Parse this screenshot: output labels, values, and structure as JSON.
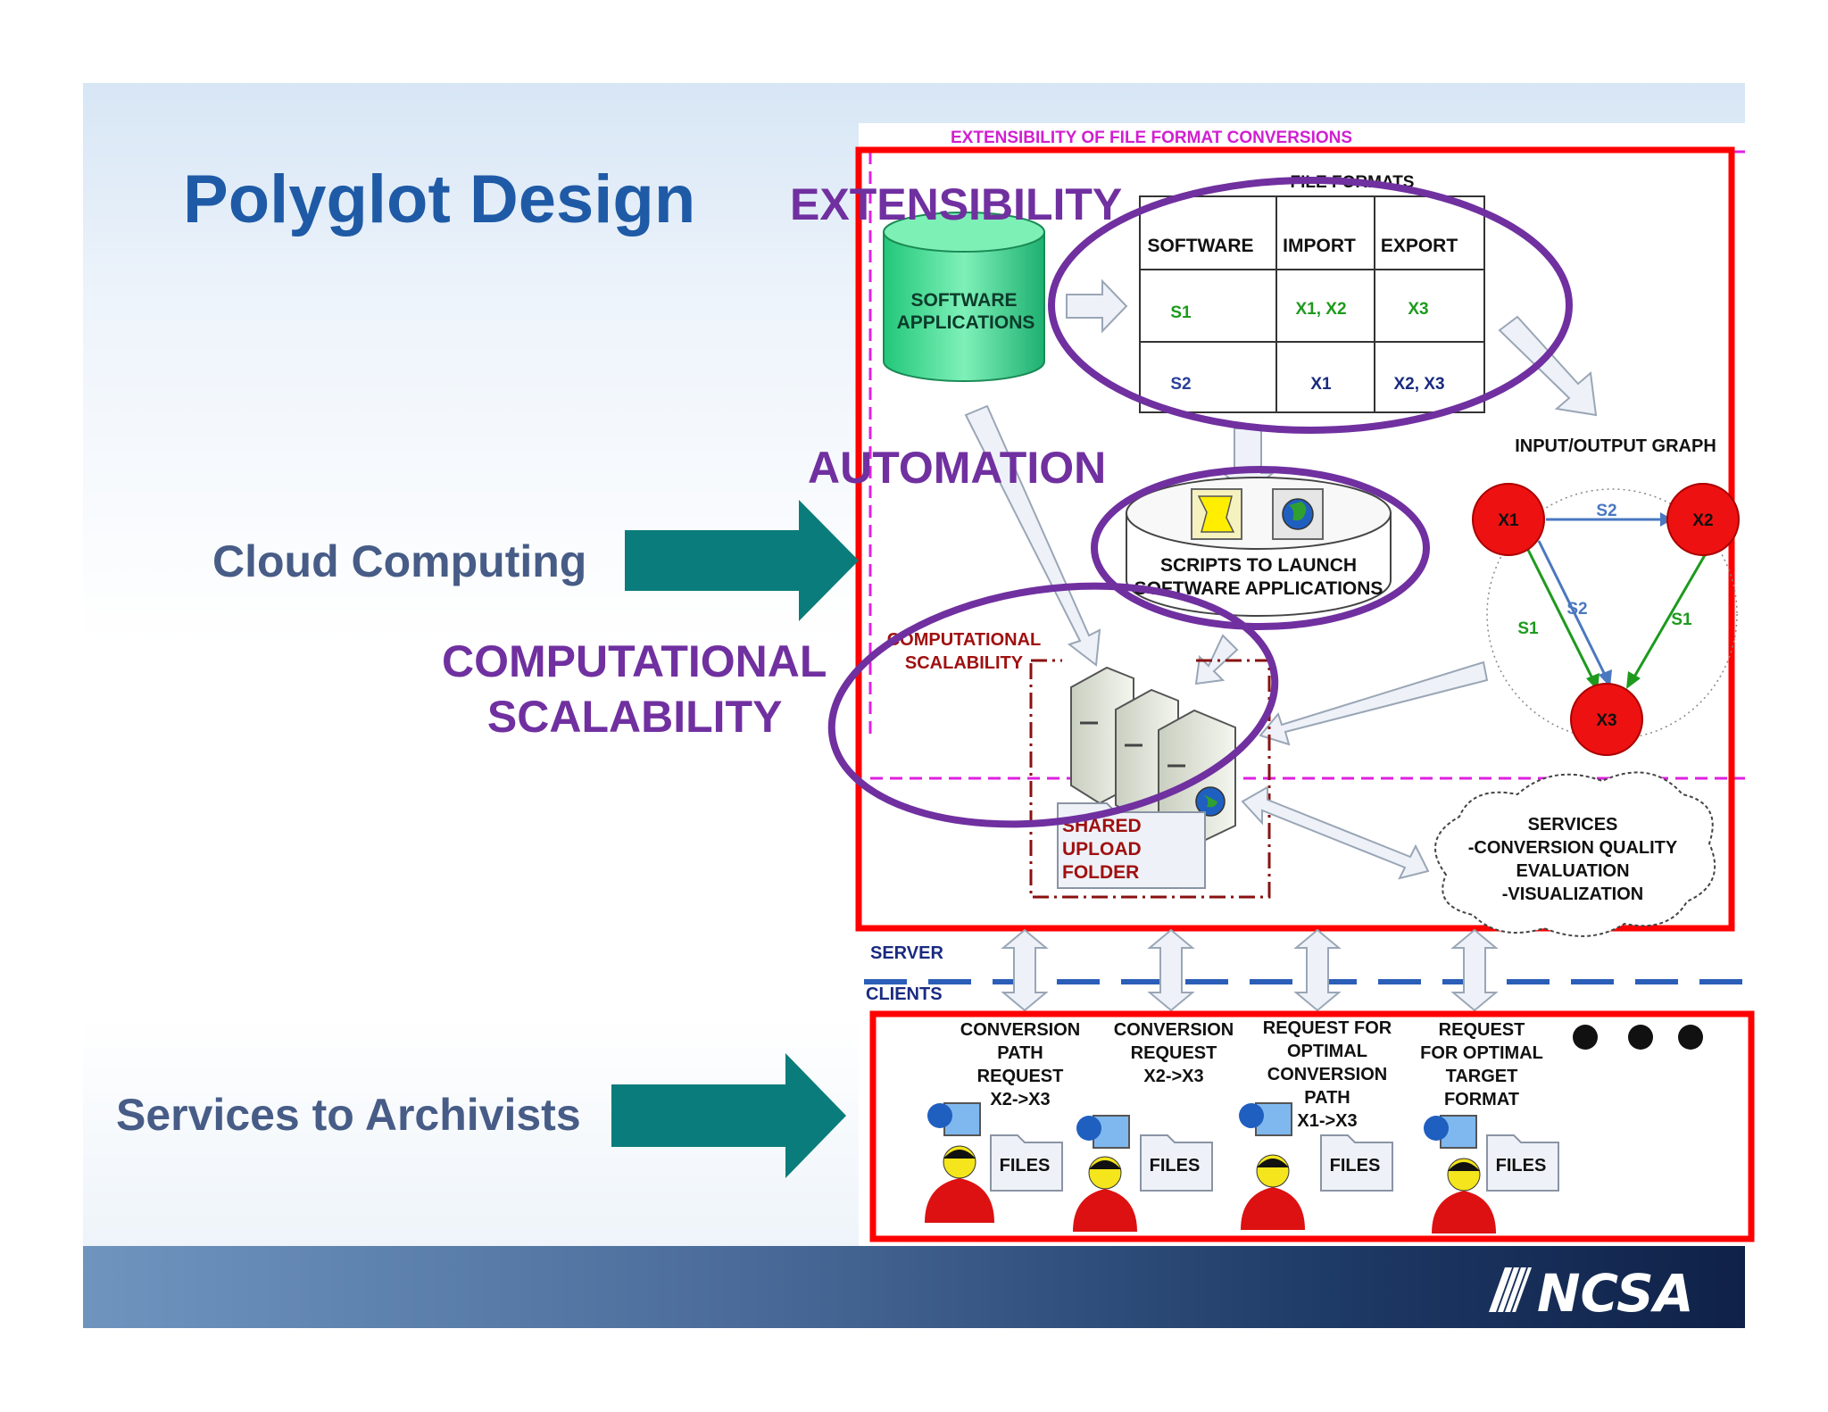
{
  "slide": {
    "title": "Polyglot Design",
    "side_labels": {
      "cloud": "Cloud Computing",
      "archivists": "Services to Archivists"
    },
    "overlay_labels": {
      "extensibility": "EXTENSIBILITY",
      "automation": "AUTOMATION",
      "computational_line1": "COMPUTATIONAL",
      "computational_line2": "SCALABILITY"
    },
    "logo": "NCSA"
  },
  "diagram": {
    "top_banner": "EXTENSIBILITY OF FILE FORMAT CONVERSIONS",
    "software_apps_line1": "SOFTWARE",
    "software_apps_line2": "APPLICATIONS",
    "file_formats_title": "FILE FORMATS",
    "table": {
      "headers": [
        "SOFTWARE",
        "IMPORT",
        "EXPORT"
      ],
      "rows": [
        [
          "S1",
          "X1, X2",
          "X3"
        ],
        [
          "S2",
          "X1",
          "X2, X3"
        ]
      ]
    },
    "io_graph_title": "INPUT/OUTPUT GRAPH",
    "graph_nodes": [
      "X1",
      "X2",
      "X3"
    ],
    "graph_edges": [
      "S2",
      "S1",
      "S2",
      "S1"
    ],
    "scripts_line1": "SCRIPTS TO LAUNCH",
    "scripts_line2": "SOFTWARE APPLICATIONS",
    "comp_scal_line1": "COMPUTATIONAL",
    "comp_scal_line2": "SCALABILITY",
    "shared_folder": [
      "SHARED",
      "UPLOAD",
      "FOLDER"
    ],
    "services_cloud": [
      "SERVICES",
      "-CONVERSION QUALITY",
      "EVALUATION",
      "-VISUALIZATION"
    ],
    "server_label": "SERVER",
    "clients_label": "CLIENTS",
    "clients": [
      {
        "lines": [
          "CONVERSION",
          "PATH",
          "REQUEST",
          "X2->X3"
        ],
        "files": "FILES"
      },
      {
        "lines": [
          "CONVERSION",
          "REQUEST",
          "X2->X3"
        ],
        "files": "FILES"
      },
      {
        "lines": [
          "REQUEST FOR",
          "OPTIMAL",
          "CONVERSION",
          "PATH",
          "X1->X3"
        ],
        "files": "FILES"
      },
      {
        "lines": [
          "REQUEST",
          "FOR OPTIMAL",
          "TARGET",
          "FORMAT"
        ],
        "files": "FILES"
      }
    ]
  },
  "colors": {
    "title_blue": "#1f5aa6",
    "side_label_gray_blue": "#475c86",
    "purple": "#7030a0",
    "teal_arrow": "#0b7c7c",
    "red_box": "#ff0000",
    "magenta_dashed": "#e020e0"
  }
}
